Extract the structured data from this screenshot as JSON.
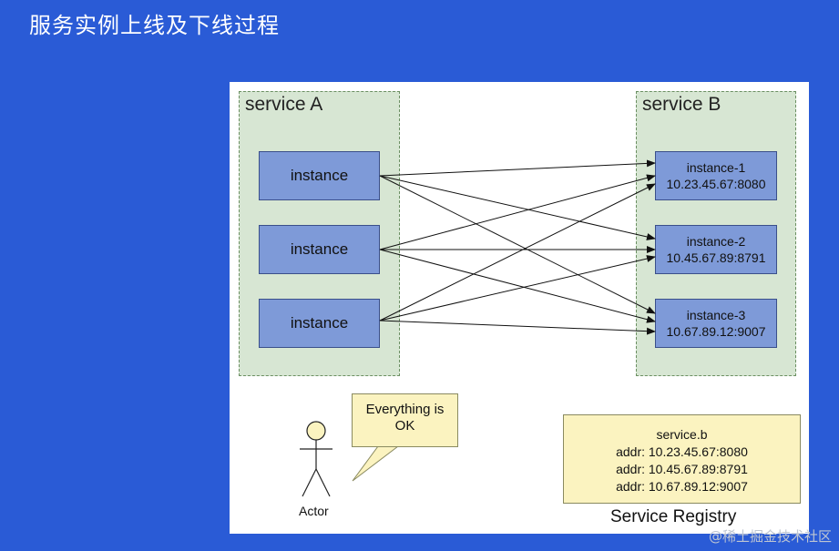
{
  "slide": {
    "title": "服务实例上线及下线过程"
  },
  "service_a": {
    "label": "service A",
    "instances": [
      "instance",
      "instance",
      "instance"
    ]
  },
  "service_b": {
    "label": "service B",
    "instances": [
      {
        "name": "instance-1",
        "addr": "10.23.45.67:8080"
      },
      {
        "name": "instance-2",
        "addr": "10.45.67.89:8791"
      },
      {
        "name": "instance-3",
        "addr": "10.67.89.12:9007"
      }
    ]
  },
  "speech": {
    "line1": "Everything is",
    "line2": "OK"
  },
  "actor": {
    "label": "Actor"
  },
  "registry": {
    "service": "service.b",
    "addr_lines": [
      "addr: 10.23.45.67:8080",
      "addr: 10.45.67.89:8791",
      "addr: 10.67.89.12:9007"
    ],
    "caption": "Service Registry"
  },
  "watermark": "@稀土掘金技术社区",
  "colors": {
    "background": "#2a5bd6",
    "group_fill": "#d7e6d3",
    "node_fill": "#7e9ad8",
    "note_fill": "#fbf3c0"
  }
}
